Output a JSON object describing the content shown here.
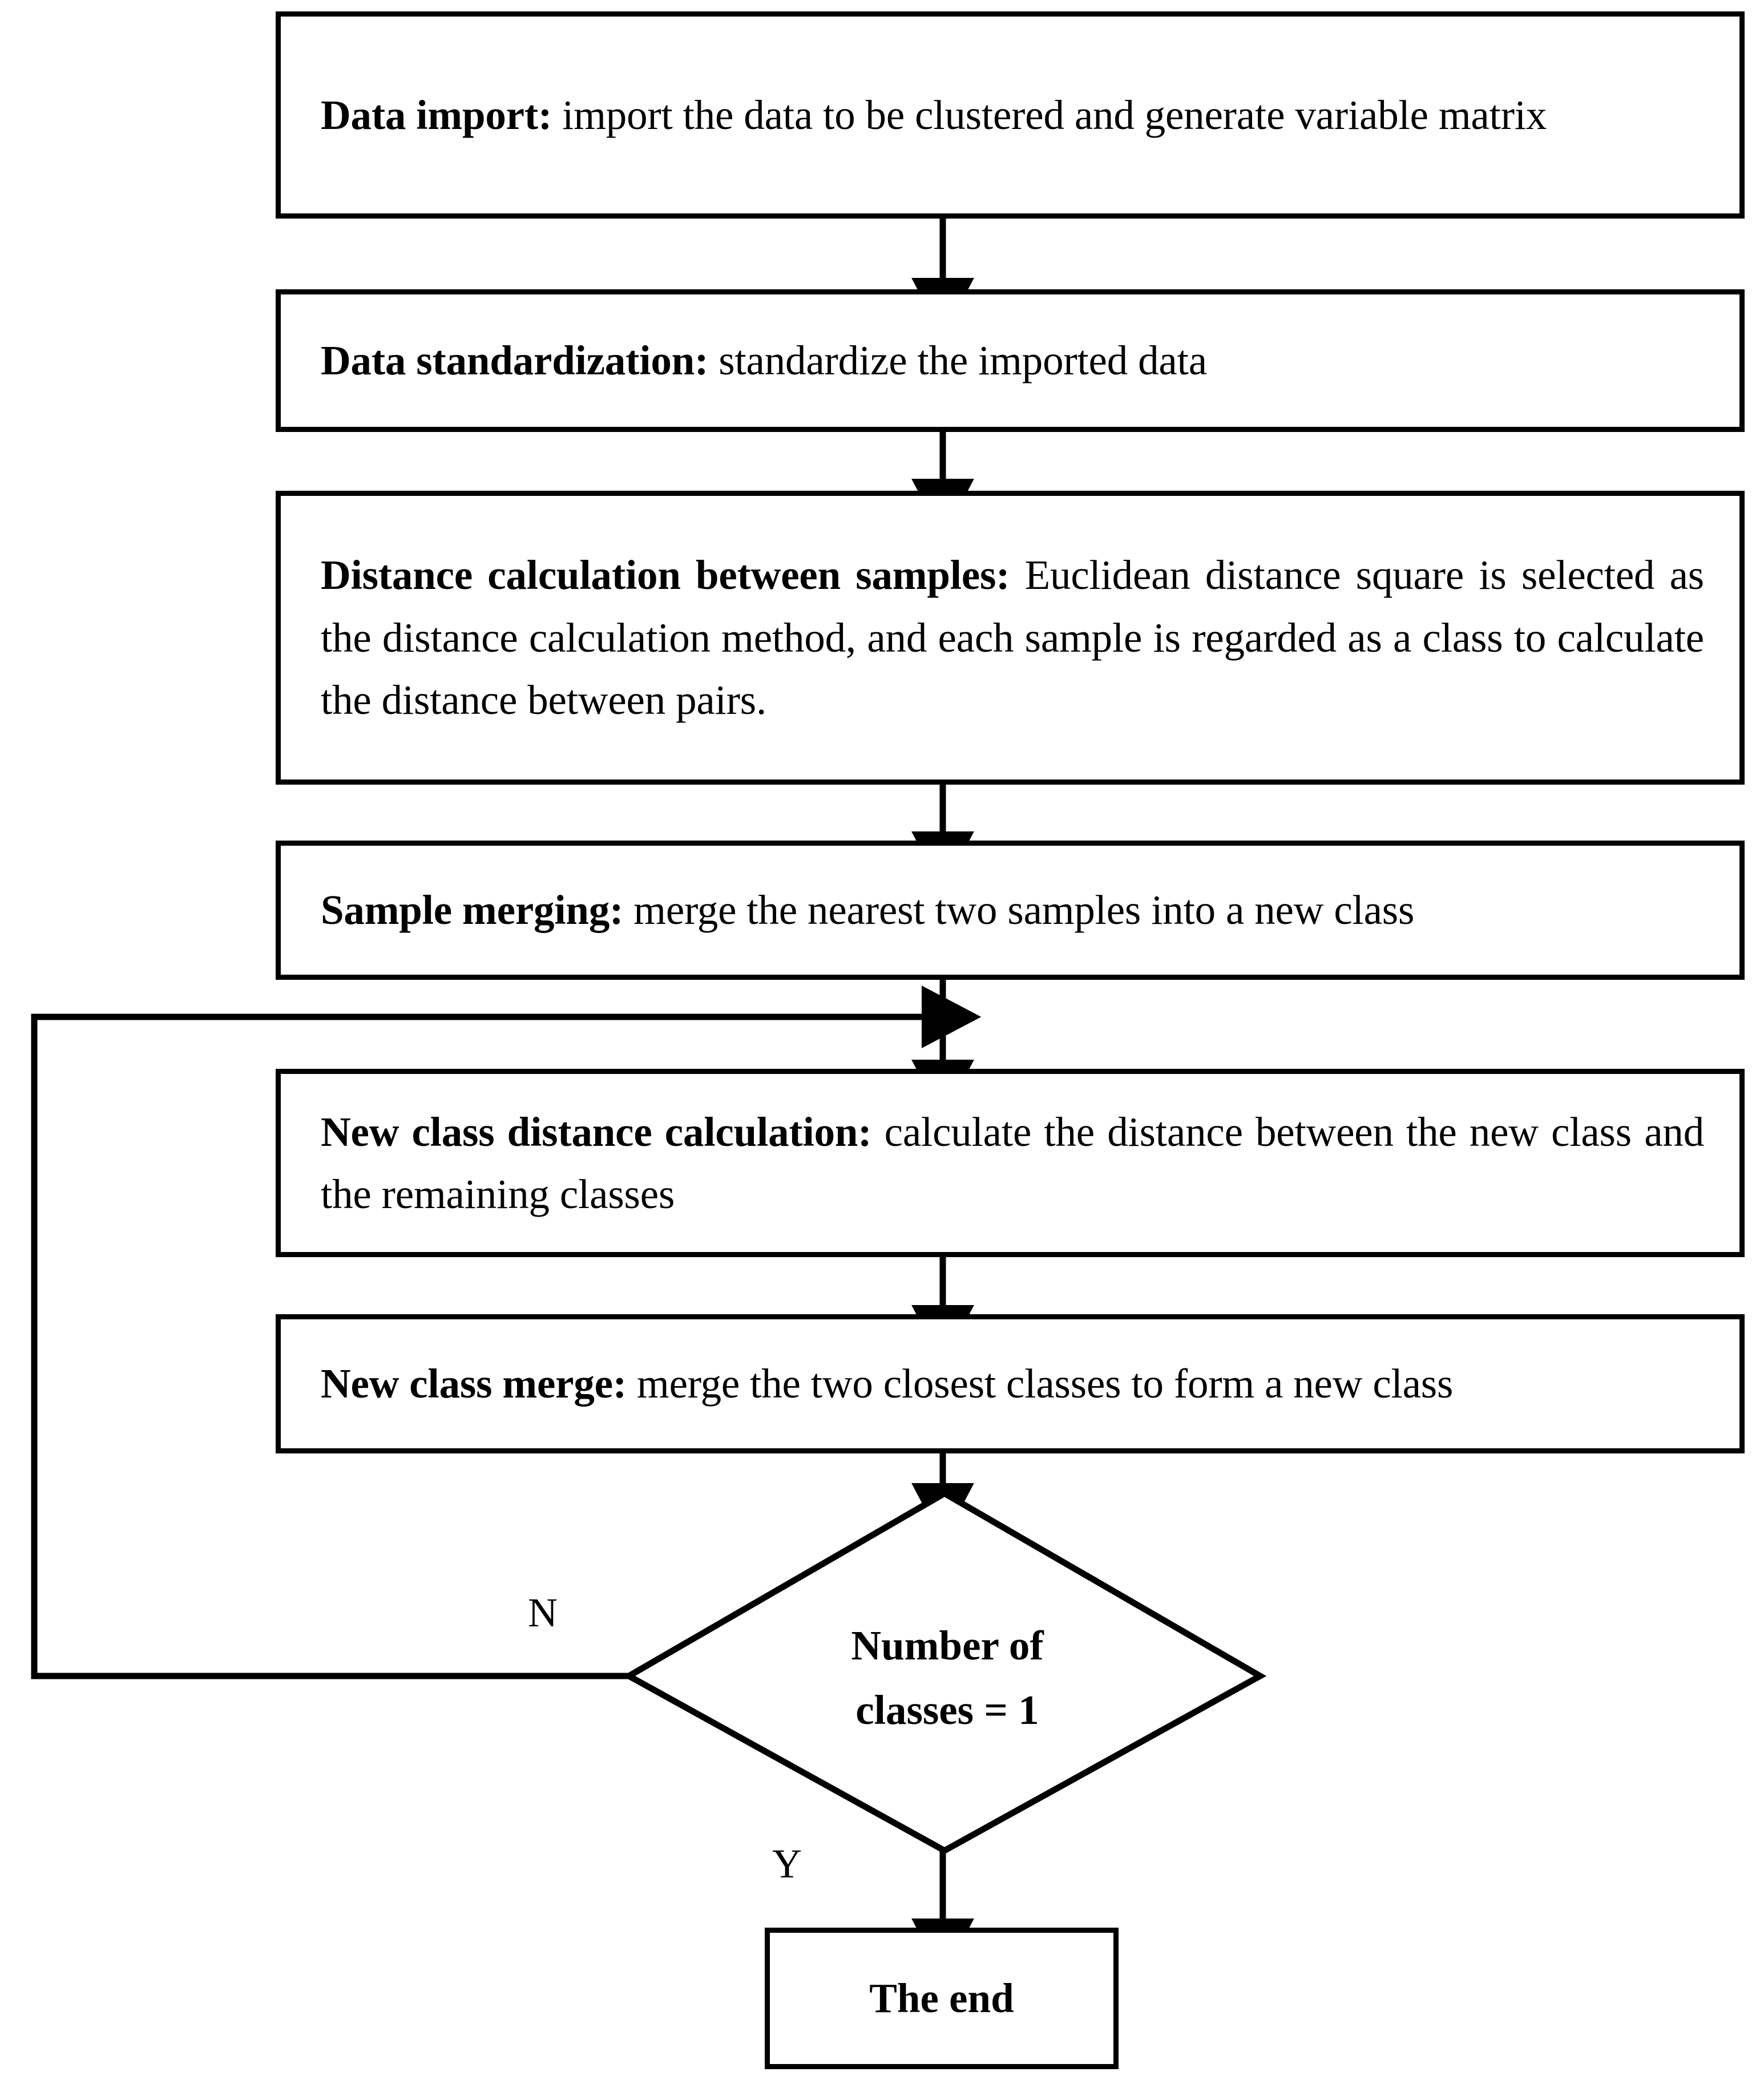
{
  "diagram": {
    "title": "Hierarchical clustering algorithm flowchart",
    "colors": {
      "stroke": "#000000",
      "fill": "#ffffff",
      "text": "#000000"
    },
    "nodes": [
      {
        "id": "data-import",
        "shape": "process",
        "bold_prefix": "Data import:",
        "body": " import the data to be clustered and generate variable matrix"
      },
      {
        "id": "data-standardization",
        "shape": "process",
        "bold_prefix": "Data standardization:",
        "body": " standardize the imported data"
      },
      {
        "id": "distance-calculation",
        "shape": "process",
        "bold_prefix": "Distance calculation between samples:",
        "body": " Euclidean distance square is selected as the distance calculation method, and each sample is regarded as a class to calculate the distance between pairs."
      },
      {
        "id": "sample-merging",
        "shape": "process",
        "bold_prefix": "Sample merging:",
        "body": " merge the nearest two samples into a new class"
      },
      {
        "id": "new-class-distance",
        "shape": "process",
        "bold_prefix": "New class distance calculation:",
        "body": " calculate the distance between the new class and the remaining classes"
      },
      {
        "id": "new-class-merge",
        "shape": "process",
        "bold_prefix": "New class merge:",
        "body": " merge the two closest classes to form a new class"
      },
      {
        "id": "decision",
        "shape": "diamond",
        "line1": "Number  of",
        "line2": "classes = 1"
      },
      {
        "id": "the-end",
        "shape": "terminator",
        "label": "The end"
      }
    ],
    "edge_labels": {
      "no": "N",
      "yes": "Y"
    }
  }
}
